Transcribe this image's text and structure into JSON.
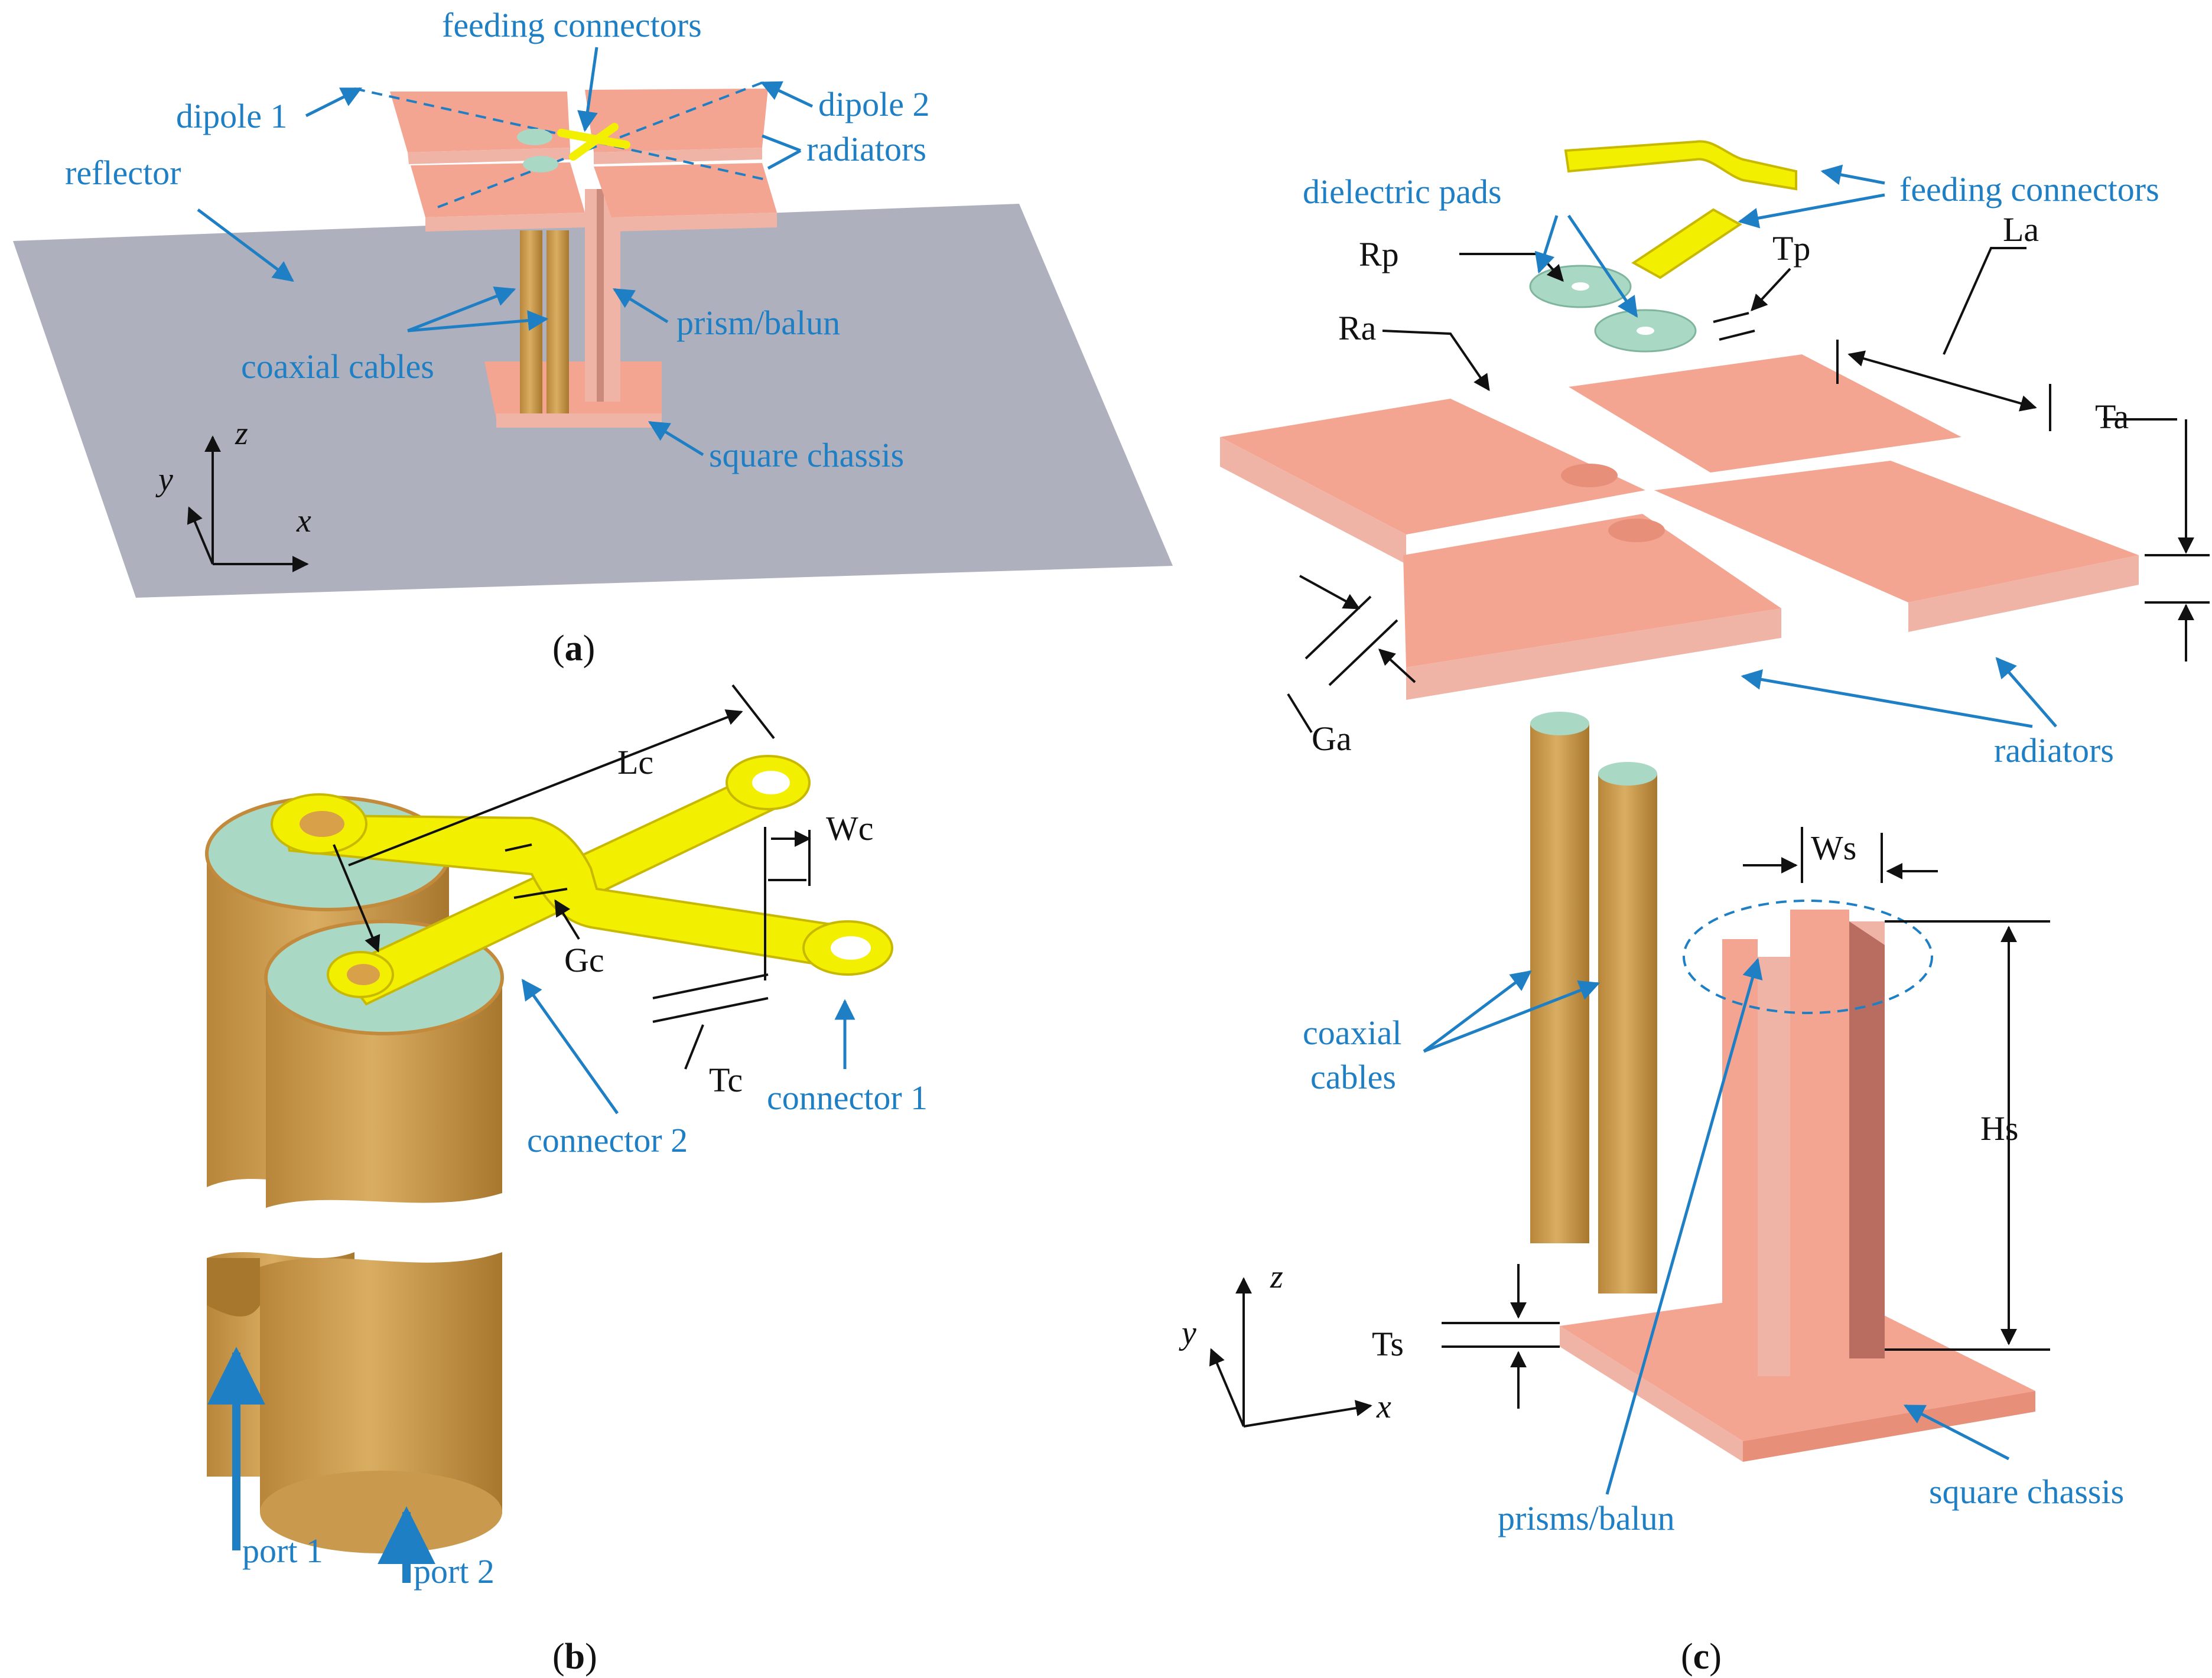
{
  "colors": {
    "label_blue": "#1f7fc4",
    "reflector": "#aeb0bd",
    "radiator": "#f4a592",
    "radiator_side": "#f0b4a6",
    "cable": "#c99a4e",
    "connector": "#f2f000",
    "pad": "#a9d8c4"
  },
  "panel_a": {
    "caption_open": "(",
    "caption_letter": "a",
    "caption_close": ")",
    "labels": {
      "feeding_connectors": "feeding connectors",
      "dipole1": "dipole 1",
      "dipole2": "dipole 2",
      "radiators": "radiators",
      "reflector": "reflector",
      "coaxial_cables": "coaxial cables",
      "prism_balun": "prism/balun",
      "square_chassis": "square chassis"
    },
    "axes": {
      "x": "x",
      "y": "y",
      "z": "z"
    }
  },
  "panel_b": {
    "caption_open": "(",
    "caption_letter": "b",
    "caption_close": ")",
    "labels": {
      "Lc": "Lc",
      "Wc": "Wc",
      "Gc": "Gc",
      "Tc": "Tc",
      "connector1": "connector 1",
      "connector2": "connector 2",
      "port1": "port 1",
      "port2": "port 2"
    }
  },
  "panel_c": {
    "caption_open": "(",
    "caption_letter": "c",
    "caption_close": ")",
    "labels": {
      "dielectric_pads": "dielectric pads",
      "feeding_connectors": "feeding connectors",
      "Rp": "Rp",
      "Tp": "Tp",
      "La": "La",
      "Ra": "Ra",
      "Ta": "Ta",
      "Ga": "Ga",
      "radiators": "radiators",
      "Ws": "Ws",
      "coaxial": "coaxial",
      "cables": "cables",
      "Hs": "Hs",
      "Ts": "Ts",
      "prisms_balun": "prisms/balun",
      "square_chassis": "square chassis"
    },
    "axes": {
      "x": "x",
      "y": "y",
      "z": "z"
    }
  }
}
